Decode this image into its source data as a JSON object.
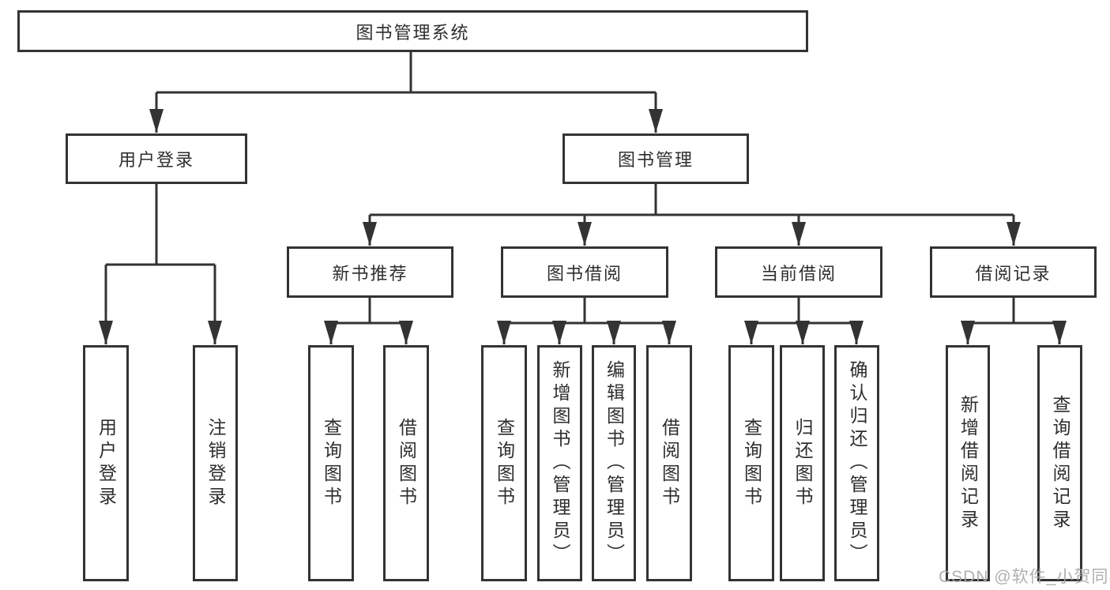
{
  "colors": {
    "line": "#333333",
    "text": "#2e2e2e",
    "bg": "#ffffff",
    "watermark": "#a8a8a8"
  },
  "watermark": {
    "text": "CSDN @软件_小贺同学"
  },
  "nodes": {
    "root": {
      "label": "图书管理系统"
    },
    "user_login": {
      "label": "用户登录"
    },
    "book_mgmt": {
      "label": "图书管理"
    },
    "new_book": {
      "label": "新书推荐"
    },
    "borrow": {
      "label": "图书借阅"
    },
    "current": {
      "label": "当前借阅"
    },
    "record": {
      "label": "借阅记录"
    },
    "leaf_user_login": {
      "label": "用户登录"
    },
    "leaf_logout": {
      "label": "注销登录"
    },
    "leaf_nb_query": {
      "label": "查询图书"
    },
    "leaf_nb_borrow": {
      "label": "借阅图书"
    },
    "leaf_bw_query": {
      "label": "查询图书"
    },
    "leaf_bw_add": {
      "label": "新增图书（管理员）"
    },
    "leaf_bw_edit": {
      "label": "编辑图书（管理员）"
    },
    "leaf_bw_borrow": {
      "label": "借阅图书"
    },
    "leaf_cu_query": {
      "label": "查询图书"
    },
    "leaf_cu_return": {
      "label": "归还图书"
    },
    "leaf_cu_confirm": {
      "label": "确认归还（管理员）"
    },
    "leaf_rc_add": {
      "label": "新增借阅记录"
    },
    "leaf_rc_query": {
      "label": "查询借阅记录"
    }
  }
}
